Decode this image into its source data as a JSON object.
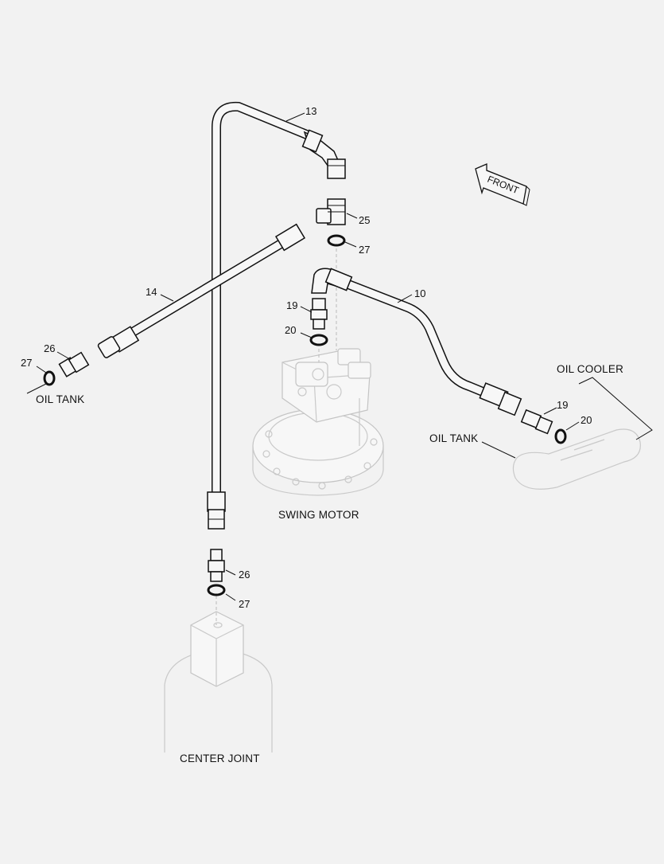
{
  "callouts": {
    "c13": "13",
    "c25": "25",
    "c27_top": "27",
    "c14": "14",
    "c10": "10",
    "c19_mid": "19",
    "c20_mid": "20",
    "c26_left": "26",
    "c27_left": "27",
    "c19_right": "19",
    "c20_right": "20",
    "c26_bottom": "26",
    "c27_bottom": "27"
  },
  "labels": {
    "front": "FRONT",
    "oil_tank_left": "OIL TANK",
    "oil_cooler": "OIL COOLER",
    "oil_tank_right": "OIL TANK",
    "swing_motor": "SWING MOTOR",
    "center_joint": "CENTER JOINT"
  }
}
